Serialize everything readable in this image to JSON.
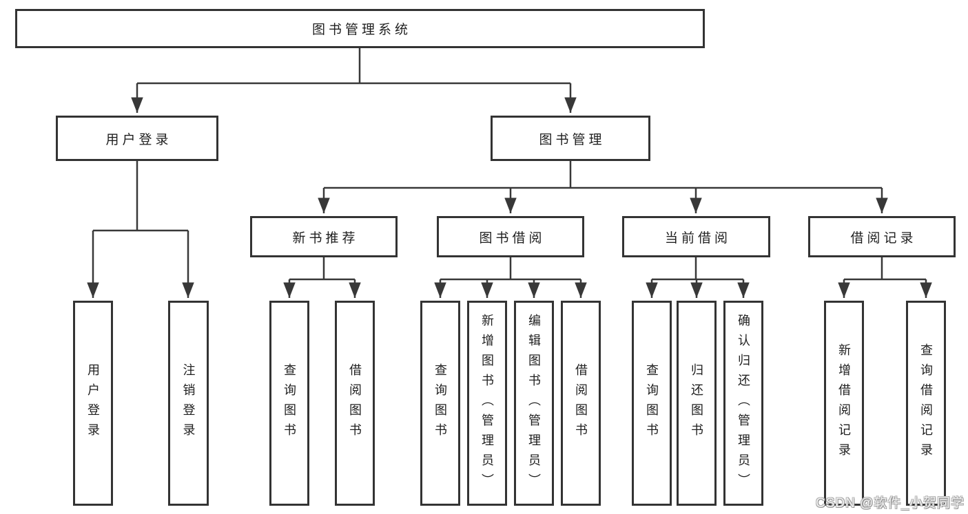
{
  "tree": {
    "root": "图书管理系统",
    "branches": [
      {
        "label": "用户登录",
        "children": [
          "用户登录",
          "注销登录"
        ]
      },
      {
        "label": "图书管理",
        "sections": [
          {
            "label": "新书推荐",
            "children": [
              "查询图书",
              "借阅图书"
            ]
          },
          {
            "label": "图书借阅",
            "children": [
              "查询图书",
              "新增图书（管理员）",
              "编辑图书（管理员）",
              "借阅图书"
            ]
          },
          {
            "label": "当前借阅",
            "children": [
              "查询图书",
              "归还图书",
              "确认归还（管理员）"
            ]
          },
          {
            "label": "借阅记录",
            "children": [
              "新增借阅记录",
              "查询借阅记录"
            ]
          }
        ]
      }
    ]
  },
  "watermark": "CSDN @软件_小贺同学",
  "colors": {
    "line": "#383838",
    "box_border": "#333333",
    "text": "#1f1f1f",
    "background": "#ffffff",
    "watermark_fill": "#f2f2f2",
    "watermark_edge": "#8f8f8f"
  }
}
